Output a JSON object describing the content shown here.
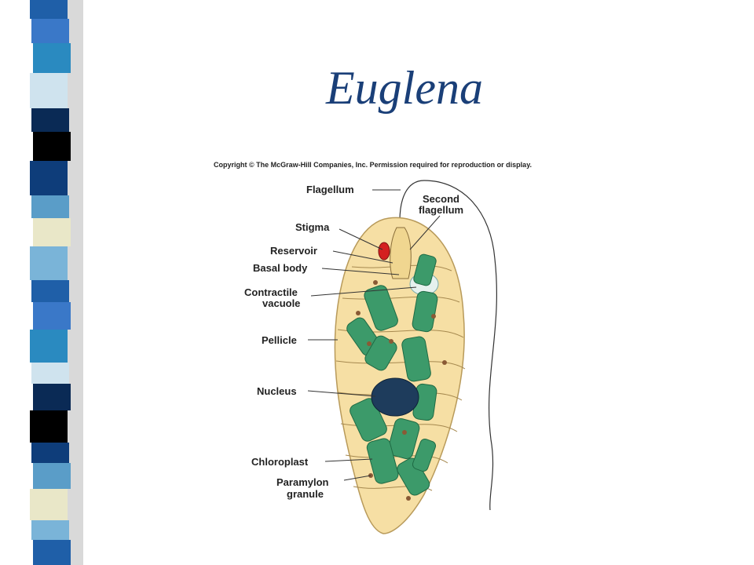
{
  "slide": {
    "title": "Euglena",
    "copyright": "Copyright © The McGraw-Hill Companies, Inc. Permission required for reproduction or display."
  },
  "labels": {
    "flagellum": "Flagellum",
    "second_flagellum_1": "Second",
    "second_flagellum_2": "flagellum",
    "stigma": "Stigma",
    "reservoir": "Reservoir",
    "basal_body": "Basal body",
    "contractile_1": "Contractile",
    "contractile_2": "vacuole",
    "pellicle": "Pellicle",
    "nucleus": "Nucleus",
    "chloroplast": "Chloroplast",
    "paramylon_1": "Paramylon",
    "paramylon_2": "granule"
  },
  "colors": {
    "title": "#1a3f78",
    "cell_fill": "#f6dfa4",
    "cell_stroke": "#b89a5a",
    "chloroplast": "#3c9a6a",
    "nucleus": "#1e3c5c",
    "stigma": "#d42020"
  }
}
